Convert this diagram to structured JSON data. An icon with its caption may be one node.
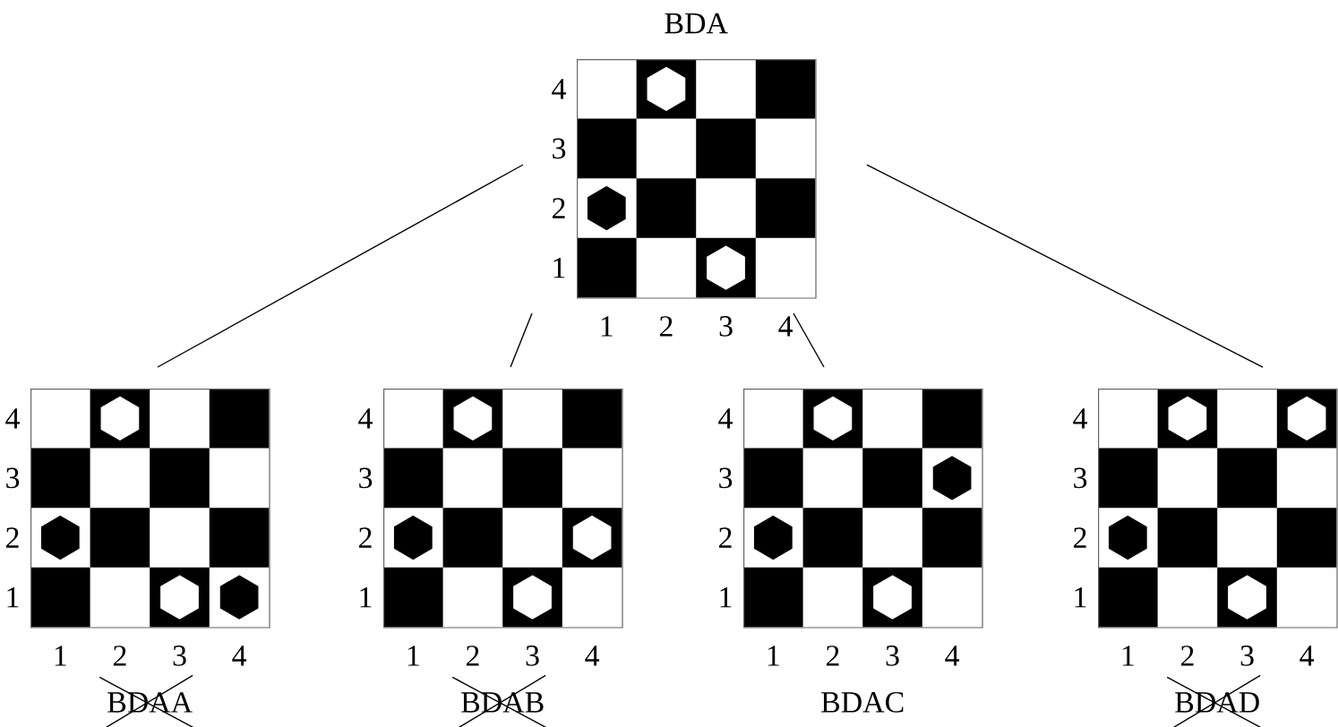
{
  "diagram": {
    "nodes": [
      {
        "text": [
          "BDA"
        ],
        "beside": [
          "4",
          "3",
          "2",
          "1",
          "1",
          "2",
          "3",
          "4"
        ]
      },
      {
        "text": [
          "BDAA"
        ],
        "beside": [
          "4",
          "3",
          "2",
          "1",
          "1",
          "2",
          "3",
          "4"
        ]
      },
      {
        "text": [
          "BDAB"
        ],
        "beside": [
          "4",
          "3",
          "2",
          "1",
          "1",
          "2",
          "3",
          "4"
        ]
      },
      {
        "text": [
          "BDAC"
        ],
        "beside": [
          "4",
          "3",
          "2",
          "1",
          "1",
          "2",
          "3",
          "4"
        ]
      },
      {
        "text": [
          "BDAD"
        ],
        "beside": [
          "4",
          "3",
          "2",
          "1",
          "1",
          "2",
          "3",
          "4"
        ]
      }
    ],
    "edges": [
      {
        "from": 0,
        "to": 1,
        "arrow": "none"
      },
      {
        "from": 0,
        "to": 2,
        "arrow": "none"
      },
      {
        "from": 0,
        "to": 3,
        "arrow": "none"
      },
      {
        "from": 0,
        "to": 4,
        "arrow": "none"
      }
    ]
  }
}
